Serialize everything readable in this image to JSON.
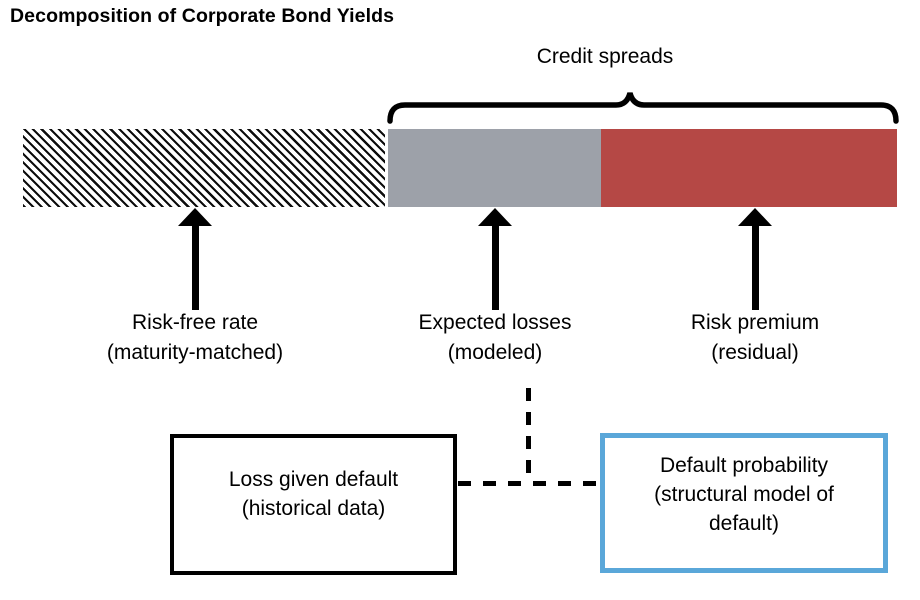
{
  "title": "Decomposition of Corporate Bond Yields",
  "credit_spreads": {
    "label": "Credit spreads"
  },
  "segments": [
    {
      "name": "Risk-free rate",
      "sub": "(maturity-matched)",
      "fill": "black-diagonal-hatch",
      "color": "#0d0d0d"
    },
    {
      "name": "Expected losses",
      "sub": "(modeled)",
      "fill": "solid",
      "color": "#9da1a9"
    },
    {
      "name": "Risk premium",
      "sub": "(residual)",
      "fill": "solid",
      "color": "#b54845"
    }
  ],
  "boxes": {
    "loss_given_default": {
      "line1": "Loss given default",
      "line2": "(historical data)",
      "border_color": "#000000"
    },
    "default_probability": {
      "line1": "Default probability",
      "line2": "(structural model of",
      "line3": "default)",
      "border_color": "#5aa7d9"
    }
  }
}
